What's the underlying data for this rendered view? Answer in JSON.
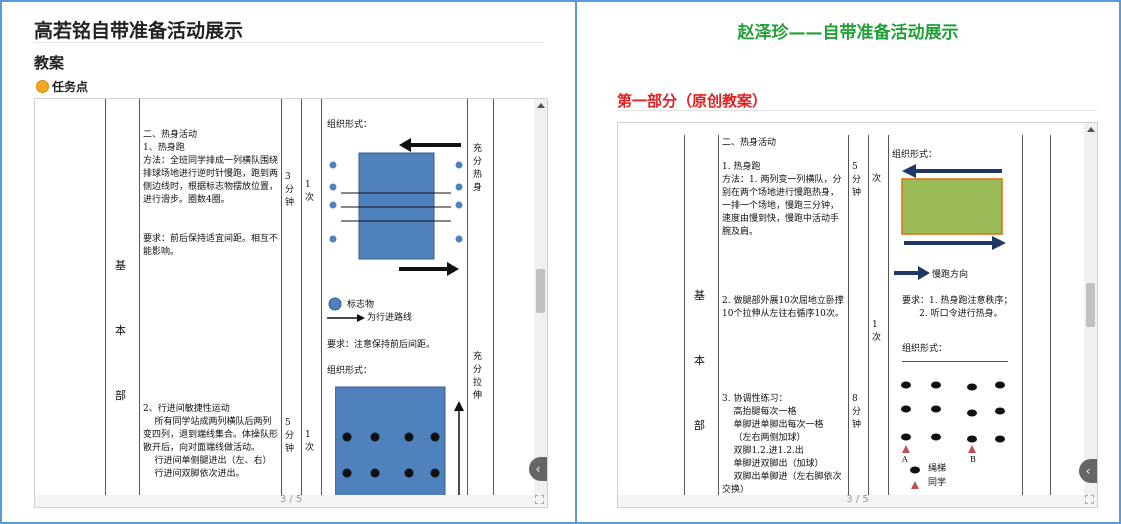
{
  "left": {
    "title": "高若铭自带准备活动展示",
    "section": "教案",
    "task_label": "任务点",
    "viewer": {
      "page_indicator": "3 / 5",
      "col_part": "基\n\n\n\n\n本\n\n\n\n\n部",
      "warmup_text": "二、热身活动\n1、热身跑\n方法：全班同学排成一列横队围绕排球场地进行逆时针慢跑，跑到两侧边线时，根据标志物摆放位置，进行滑步。圈数4圈。\n\n\n要求：前后保持适宜间距。相互不能影响。",
      "time1": "3\n分\n钟",
      "count1": "1\n次",
      "intensity1": "充\n分\n热\n身",
      "org_label": "组织形式：",
      "legend_marker": "标志物",
      "legend_line": "为行进路线",
      "req2": "要求：注意保持前后间距。",
      "org_label2": "组织形式：",
      "intensity2": "充\n分\n拉\n伸",
      "agility_text": "2、行进间敏捷性运动\n    所有同学站成两列横队后两列变四列，退到端线集合。体操队形散开后，向对面端线做活动。\n    行进间单侧腿进出（左、右）\n    行进间双脚依次进出。",
      "time2": "5\n分\n钟",
      "count2": "1\n次"
    }
  },
  "right": {
    "title": "赵泽珍——自带准备活动展示",
    "part_heading": "第一部分（原创教案）",
    "viewer": {
      "page_indicator": "3 / 5",
      "col_part": "基\n\n\n\n\n本\n\n\n\n\n部",
      "warmup_head": "二、热身活动",
      "run_text": "1. 热身跑\n方法：1. 两列变一列横队，分别在两个场地进行慢跑热身，一排一个场地，慢跑三分钟，速度由慢到快，慢跑中活动手腕及肩。",
      "time1": "5\n分\n钟",
      "count1": "次",
      "org_label": "组织形式：",
      "dir_label": "慢跑方向",
      "req": "要求：1. 热身跑注意秩序；\n      2. 听口令进行热身。",
      "stretch_text": "2. 做腿部外展10次屈地立卧撑10个拉伸从左往右循序10次。",
      "count2": "1\n次",
      "org_label2": "组织形式：",
      "coord_text": "3. 协调性练习：\n    高抬腿每次一格\n    单脚进单脚出每次一格\n    （左右两侧加球）\n    双脚1.2.进1.2.出\n    单脚进双脚出（加球）\n    双脚出单脚进（左右脚依次交换）",
      "time3": "8\n分\n钟",
      "marker_a": "A",
      "marker_b": "B",
      "legend_ladder": "绳梯",
      "legend_student": "同学"
    }
  }
}
